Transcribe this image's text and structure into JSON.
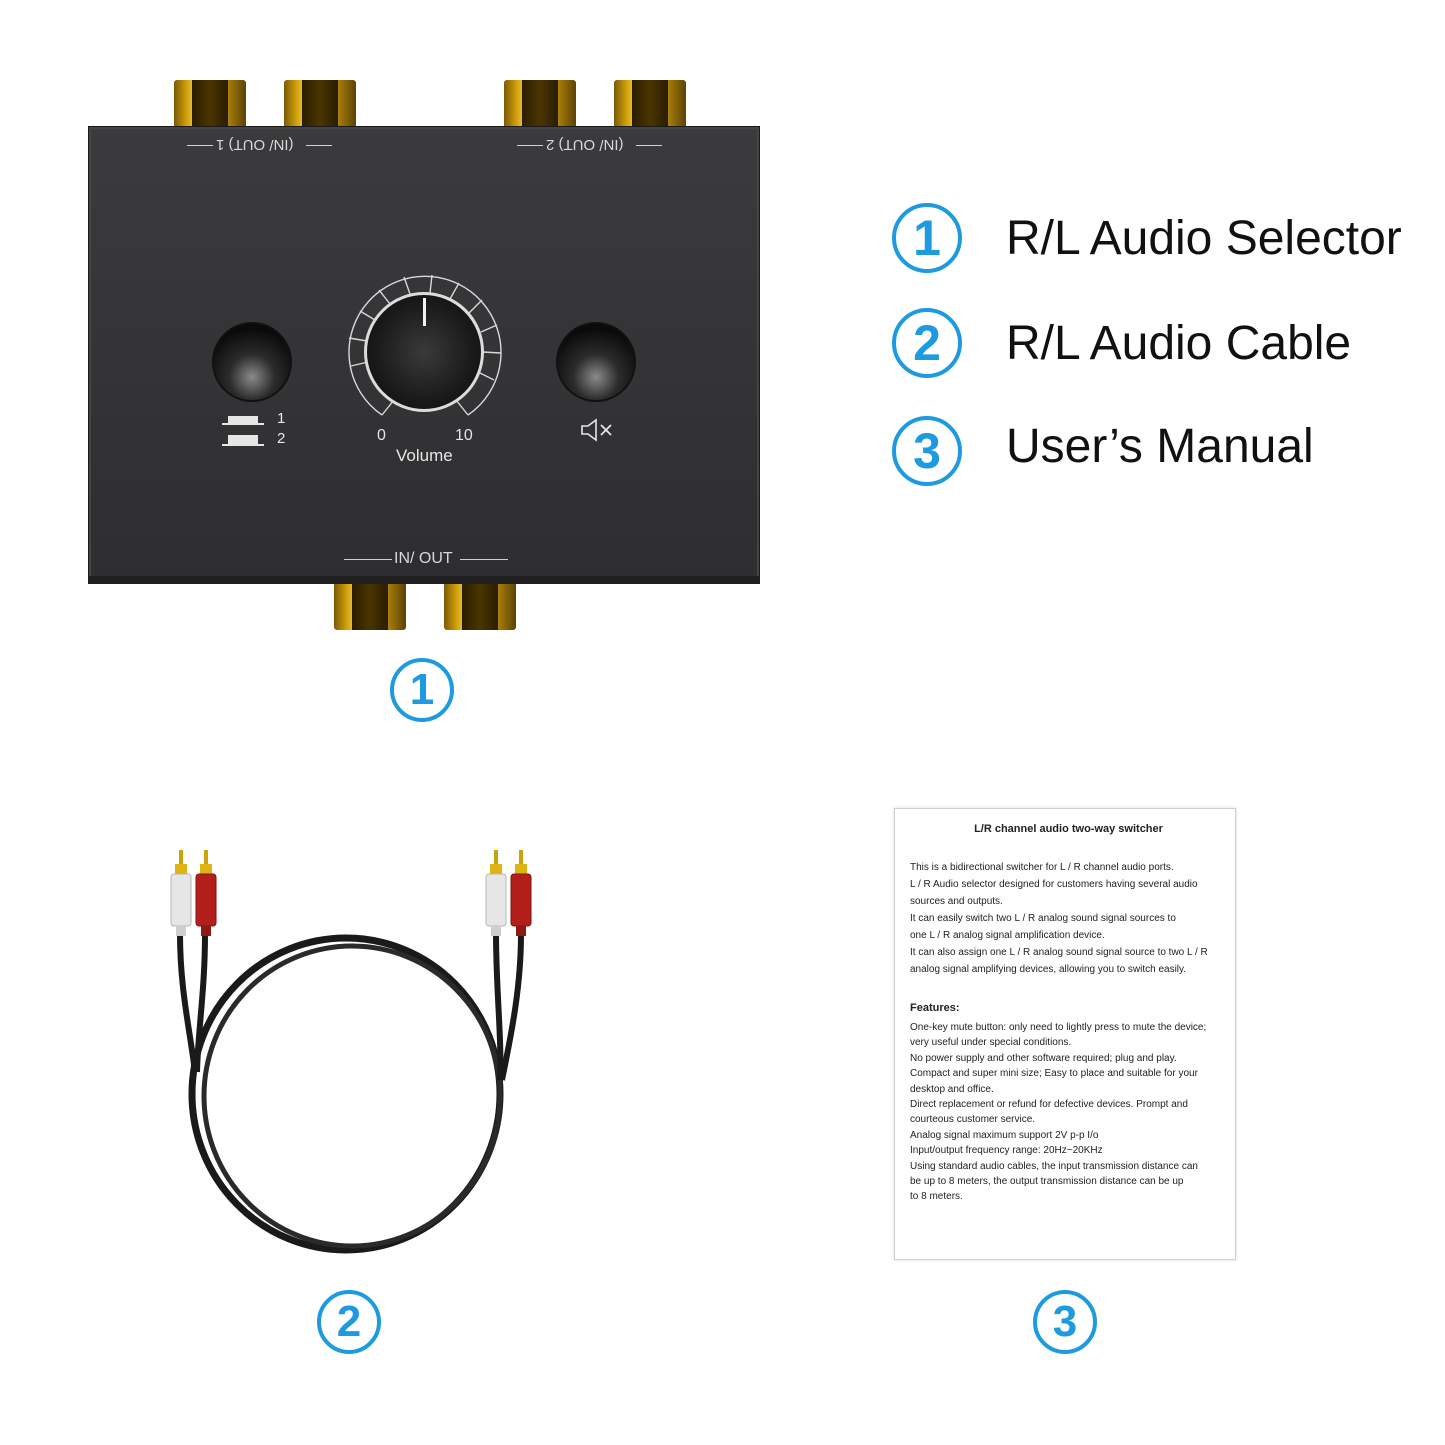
{
  "legend": [
    {
      "number": "1",
      "label": "R/L Audio Selector"
    },
    {
      "number": "2",
      "label": "R/L Audio Cable"
    },
    {
      "number": "3",
      "label": "User’s Manual"
    }
  ],
  "device": {
    "port1_label": "(IN/ OUT) 1",
    "port2_label": "(IN/ OUT) 2",
    "bottom_label": "IN/ OUT",
    "switch_label_1": "1",
    "switch_label_2": "2",
    "volume_min": "0",
    "volume_max": "10",
    "volume_label": "Volume",
    "mute_icon": "speaker-mute-icon"
  },
  "items": {
    "selector_number": "1",
    "cable_number": "2",
    "manual_number": "3"
  },
  "colors": {
    "accent": "#1e9be0",
    "device_body": "#333335",
    "jack_gold": "#d4a20a",
    "cable_red": "#b3201c",
    "cable_white": "#e6e6e6"
  },
  "manual": {
    "title": "L/R channel audio two-way switcher",
    "intro": [
      "This is a bidirectional switcher for L / R channel audio ports.",
      "L / R  Audio selector designed for customers having several audio",
      "sources and outputs.",
      "It can easily switch two L / R analog sound signal sources to",
      "one L / R analog signal amplification device.",
      "It can also assign one L / R analog sound signal source to two L / R",
      "analog signal amplifying devices, allowing you to switch easily."
    ],
    "features_heading": "Features:",
    "features": [
      "One-key mute button: only need to lightly press to mute the device;",
      "very useful under special conditions.",
      "No power supply and other software required; plug and play.",
      "Compact and super mini size; Easy to place and suitable for your",
      "desktop and office.",
      "Direct replacement or refund for defective devices. Prompt and",
      "courteous customer service.",
      "Analog signal maximum support 2V p-p I/o",
      "Input/output frequency range: 20Hz~20KHz",
      "Using standard audio cables, the input transmission distance can",
      "be up to 8 meters, the output transmission distance can be up",
      "to 8 meters."
    ]
  }
}
